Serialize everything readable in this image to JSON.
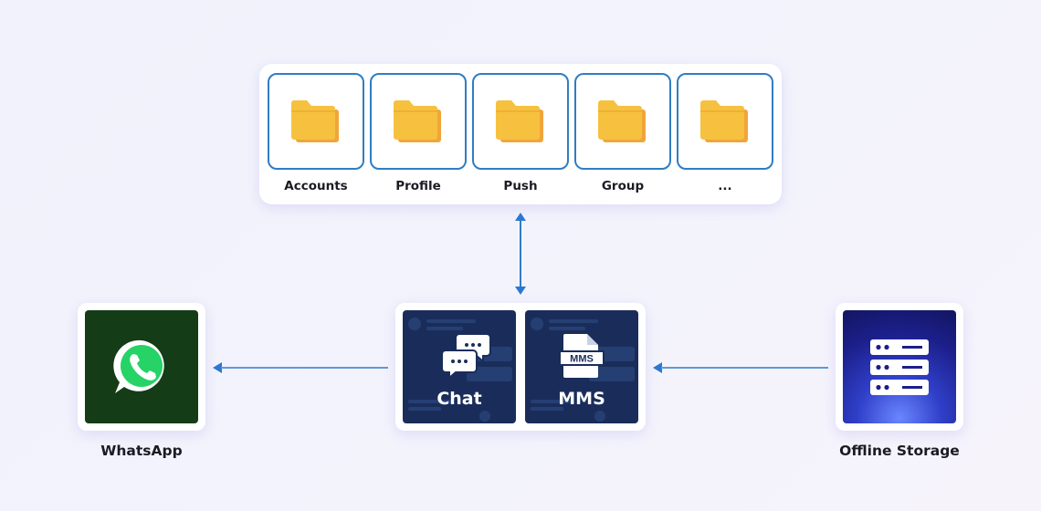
{
  "modules": [
    {
      "label": "Accounts",
      "icon": "folder-icon"
    },
    {
      "label": "Profile",
      "icon": "folder-icon"
    },
    {
      "label": "Push",
      "icon": "folder-icon"
    },
    {
      "label": "Group",
      "icon": "folder-icon"
    },
    {
      "label": "...",
      "icon": "folder-icon"
    }
  ],
  "center": {
    "chat_label": "Chat",
    "mms_label": "MMS",
    "mms_icon_text": "MMS"
  },
  "left": {
    "caption": "WhatsApp",
    "icon": "whatsapp-logo-icon"
  },
  "right": {
    "caption": "Offline Storage",
    "icon": "server-rack-icon"
  },
  "colors": {
    "folder": "#f6c13f",
    "border": "#2f7dc4",
    "arrow": "#2a78d2",
    "whatsapp_bg": "#143c17",
    "dark_tile": "#1a2d5a"
  }
}
